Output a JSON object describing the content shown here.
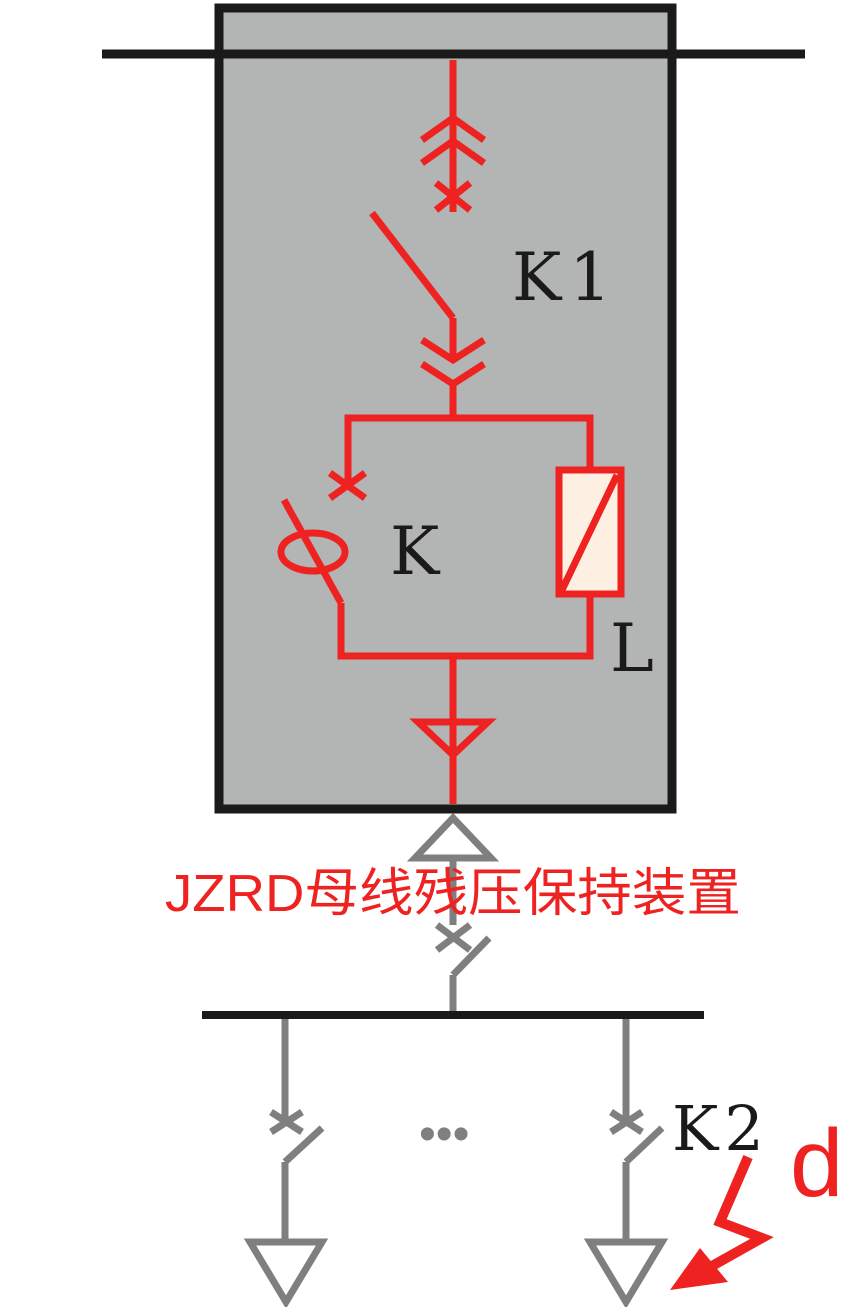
{
  "labels": {
    "k1": "K1",
    "k": "K",
    "l": "L",
    "device": "JZRD母线残压保持装置",
    "ellipsis": "•••",
    "k2": "K2",
    "fault": "d"
  },
  "colors": {
    "red": "#ef2222",
    "gray": "#7f7f7f",
    "black": "#1a1a1a",
    "panel": "#b3b4b4",
    "inductor_fill": "#fdf0e2"
  }
}
